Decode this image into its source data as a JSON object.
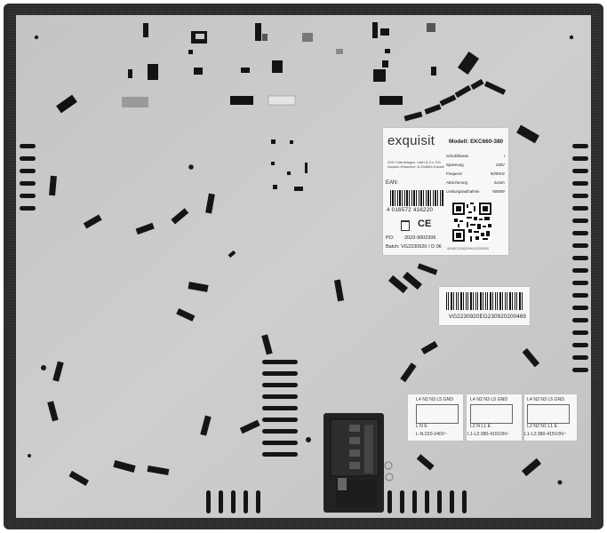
{
  "label": {
    "logo": "exquisit",
    "model": "Modell: EKC660-380",
    "address_line1": "GGV Handelsges. mbH & Co. KG",
    "address_line2": "Aspach-Rüssener, A-Gut564 Kassel",
    "ean_label": "EAN:",
    "ean": "4 016572 416220",
    "specs": [
      {
        "key": "Schutzklasse",
        "val": "I"
      },
      {
        "key": "Spannung",
        "val": "230V"
      },
      {
        "key": "Frequenz",
        "val": "50/60Hz"
      },
      {
        "key": "Absicherung",
        "val": "2x16A"
      },
      {
        "key": "Leistungsaufnahme",
        "val": "6000W"
      }
    ],
    "qr_caption": "40165724162209VG2230920",
    "po": "PO:",
    "po_value": "2023-9002306",
    "batch": "Batch: VG2230920 / D 06"
  },
  "serial_sticker": {
    "text": "VG2230920EG230920200469"
  },
  "wiring": [
    {
      "terminals": "L4 N2 N3 L5 GND",
      "bottom": "L    N         E",
      "caption": "L-N:220-240V~"
    },
    {
      "terminals": "L4 N2 N3 L5 GND",
      "bottom": "L2  N    L1    E",
      "caption": "L1-L2:380-415V2N~"
    },
    {
      "terminals": "L4 N2 N3 L5 GND",
      "bottom": "L2 N2 N1 L1  E",
      "caption": "L1-L2:380-415V2N~"
    }
  ],
  "colors": {
    "frame": "#2f2f2f",
    "panel": "#c9c9c9",
    "slot": "#151515",
    "box": "#252525",
    "label_bg": "#f7f7f7"
  }
}
